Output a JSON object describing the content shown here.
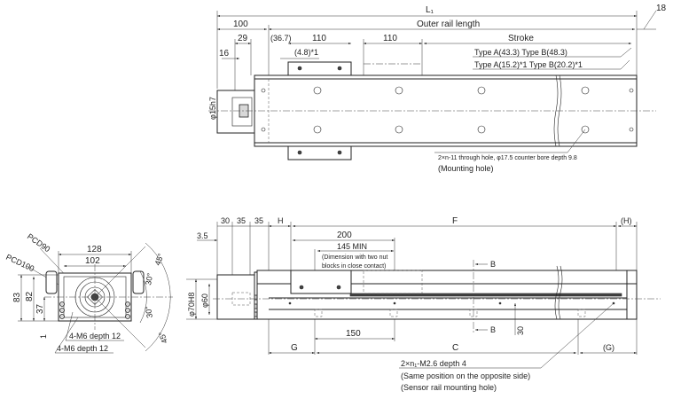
{
  "top_view": {
    "L1": "L₁",
    "dim_18": "18",
    "dim_100": "100",
    "outer_rail_length": "Outer rail length",
    "dim_29": "29",
    "dim_36_7": "(36.7)",
    "dim_110a": "110",
    "dim_110b": "110",
    "stroke": "Stroke",
    "dim_16": "16",
    "dim_4_8": "(4.8)*1",
    "type_ab_1": "Type A(43.3)  Type B(48.3)",
    "type_ab_2": "Type A(15.2)*1 Type B(20.2)*1",
    "shaft_dia": "φ15h7",
    "note_line1": "2×n-11 through hole, φ17.5 counter bore depth 9.8",
    "note_line2": "(Mounting hole)"
  },
  "end_view": {
    "dim_128": "128",
    "dim_102": "102",
    "pcd90": "PCD90",
    "pcd100": "PCD100",
    "dim_83": "83",
    "dim_82": "82",
    "dim_37": "37",
    "dim_1": "1",
    "angle_45_top": "45°",
    "angle_30_top": "30°",
    "angle_30_bot": "30°",
    "angle_45_bot": "45°",
    "tap1": "4-M6 depth 12",
    "tap2": "4-M6 depth 12"
  },
  "side_view": {
    "dim_3_5": "3.5",
    "dim_30": "30",
    "dim_35a": "35",
    "dim_35b": "35",
    "H": "H",
    "F": "F",
    "H_paren": "(H)",
    "dim_200": "200",
    "dim_145": "145 MIN",
    "note_145_1": "(Dimension with two nut",
    "note_145_2": "blocks in close contact)",
    "section_B_top": "B",
    "section_B_bot": "B",
    "dia_70": "φ70H8",
    "dia_60": "φ60",
    "dim_150": "150",
    "dim_30v": "30",
    "G": "G",
    "C": "C",
    "G_paren": "(G)",
    "note_line1": "2×n₁-M2.6 depth 4",
    "note_line2": "(Same position on the opposite side)",
    "note_line3": "(Sensor rail mounting hole)"
  }
}
